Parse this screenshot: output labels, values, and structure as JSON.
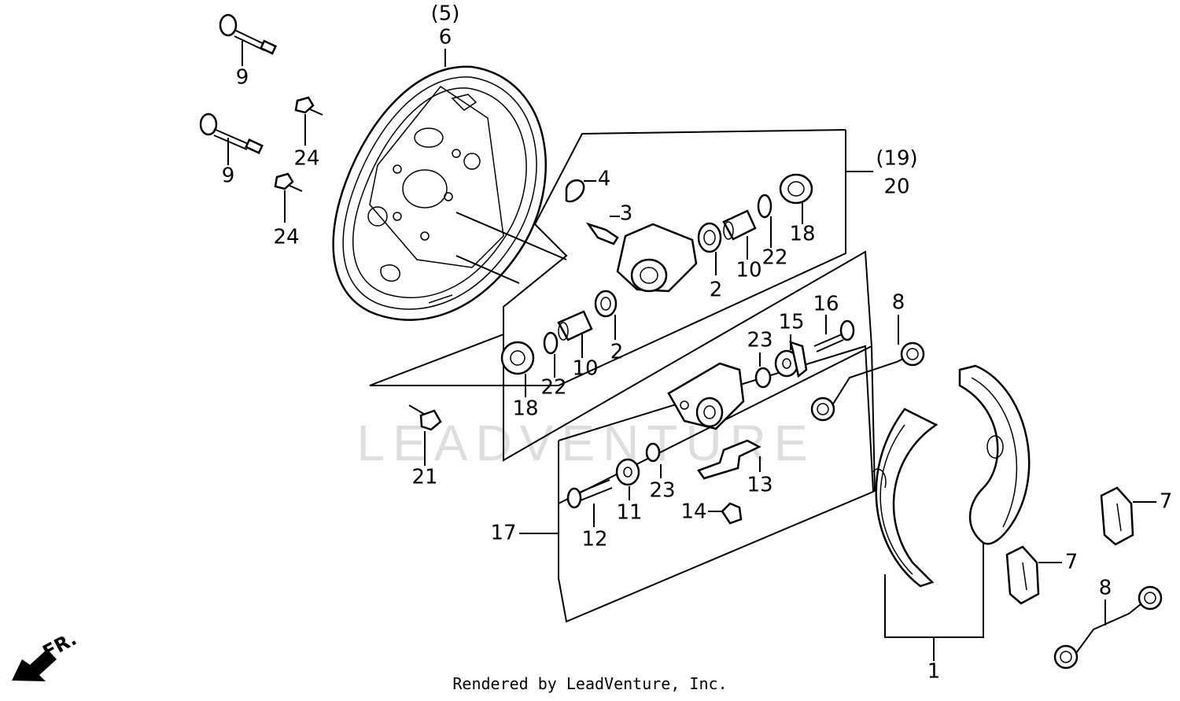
{
  "diagram": {
    "watermark": "LEADVENTURE",
    "footer": "Rendered by LeadVenture, Inc.",
    "direction_label": "FR.",
    "callouts": [
      {
        "id": "c5",
        "text": "(5)"
      },
      {
        "id": "c6",
        "text": "6"
      },
      {
        "id": "c9a",
        "text": "9"
      },
      {
        "id": "c9b",
        "text": "9"
      },
      {
        "id": "c24a",
        "text": "24"
      },
      {
        "id": "c24b",
        "text": "24"
      },
      {
        "id": "c4",
        "text": "4"
      },
      {
        "id": "c3",
        "text": "3"
      },
      {
        "id": "c19",
        "text": "(19)"
      },
      {
        "id": "c20",
        "text": "20"
      },
      {
        "id": "c18a",
        "text": "18"
      },
      {
        "id": "c22a",
        "text": "22"
      },
      {
        "id": "c10a",
        "text": "10"
      },
      {
        "id": "c2a",
        "text": "2"
      },
      {
        "id": "c2b",
        "text": "2"
      },
      {
        "id": "c10b",
        "text": "10"
      },
      {
        "id": "c22b",
        "text": "22"
      },
      {
        "id": "c18b",
        "text": "18"
      },
      {
        "id": "c21",
        "text": "21"
      },
      {
        "id": "c16",
        "text": "16"
      },
      {
        "id": "c15",
        "text": "15"
      },
      {
        "id": "c23a",
        "text": "23"
      },
      {
        "id": "c8a",
        "text": "8"
      },
      {
        "id": "c13",
        "text": "13"
      },
      {
        "id": "c23b",
        "text": "23"
      },
      {
        "id": "c11",
        "text": "11"
      },
      {
        "id": "c14",
        "text": "14"
      },
      {
        "id": "c12",
        "text": "12"
      },
      {
        "id": "c17",
        "text": "17"
      },
      {
        "id": "c7a",
        "text": "7"
      },
      {
        "id": "c7b",
        "text": "7"
      },
      {
        "id": "c8b",
        "text": "8"
      },
      {
        "id": "c1",
        "text": "1"
      }
    ]
  }
}
